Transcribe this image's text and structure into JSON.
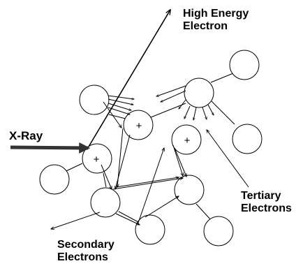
{
  "labels": {
    "xray": "X-Ray",
    "high_energy": [
      "High Energy",
      "Electron"
    ],
    "tertiary": [
      "Tertiary",
      "Electrons"
    ],
    "secondary": [
      "Secondary",
      "Electrons"
    ]
  },
  "ion_marker": "+",
  "colors": {
    "ink": "#000000",
    "background": "#ffffff",
    "xray_beam": "#333333"
  },
  "icons": {
    "atom": "circle",
    "ionized_atom": "circle-with-plus",
    "electron_path": "arrow"
  }
}
